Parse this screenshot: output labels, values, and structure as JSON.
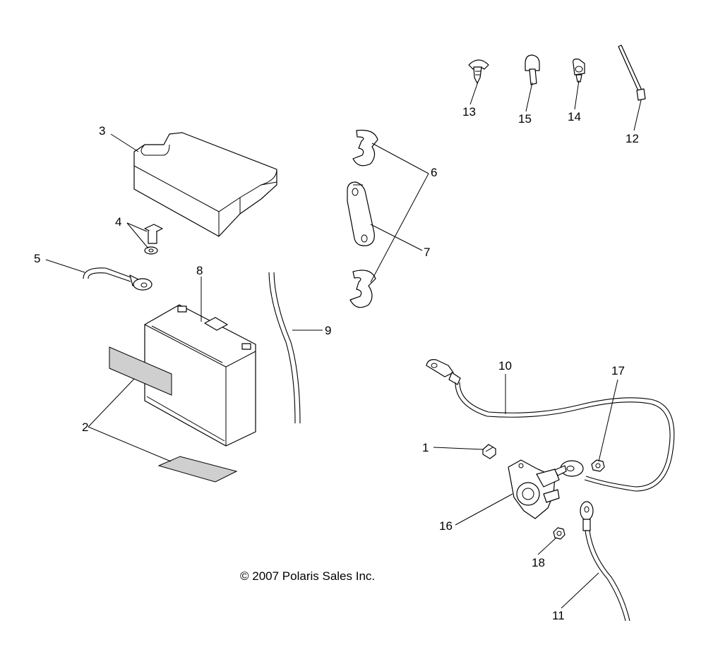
{
  "callouts": {
    "c1": "1",
    "c2": "2",
    "c3": "3",
    "c4": "4",
    "c5": "5",
    "c6": "6",
    "c7": "7",
    "c8": "8",
    "c9": "9",
    "c10": "10",
    "c11": "11",
    "c12": "12",
    "c13": "13",
    "c14": "14",
    "c15": "15",
    "c16": "16",
    "c17": "17",
    "c18": "18"
  },
  "copyright": "© 2007 Polaris Sales Inc.",
  "colors": {
    "line": "#000000",
    "background": "#ffffff",
    "label_gray": "#cfcfcf"
  }
}
